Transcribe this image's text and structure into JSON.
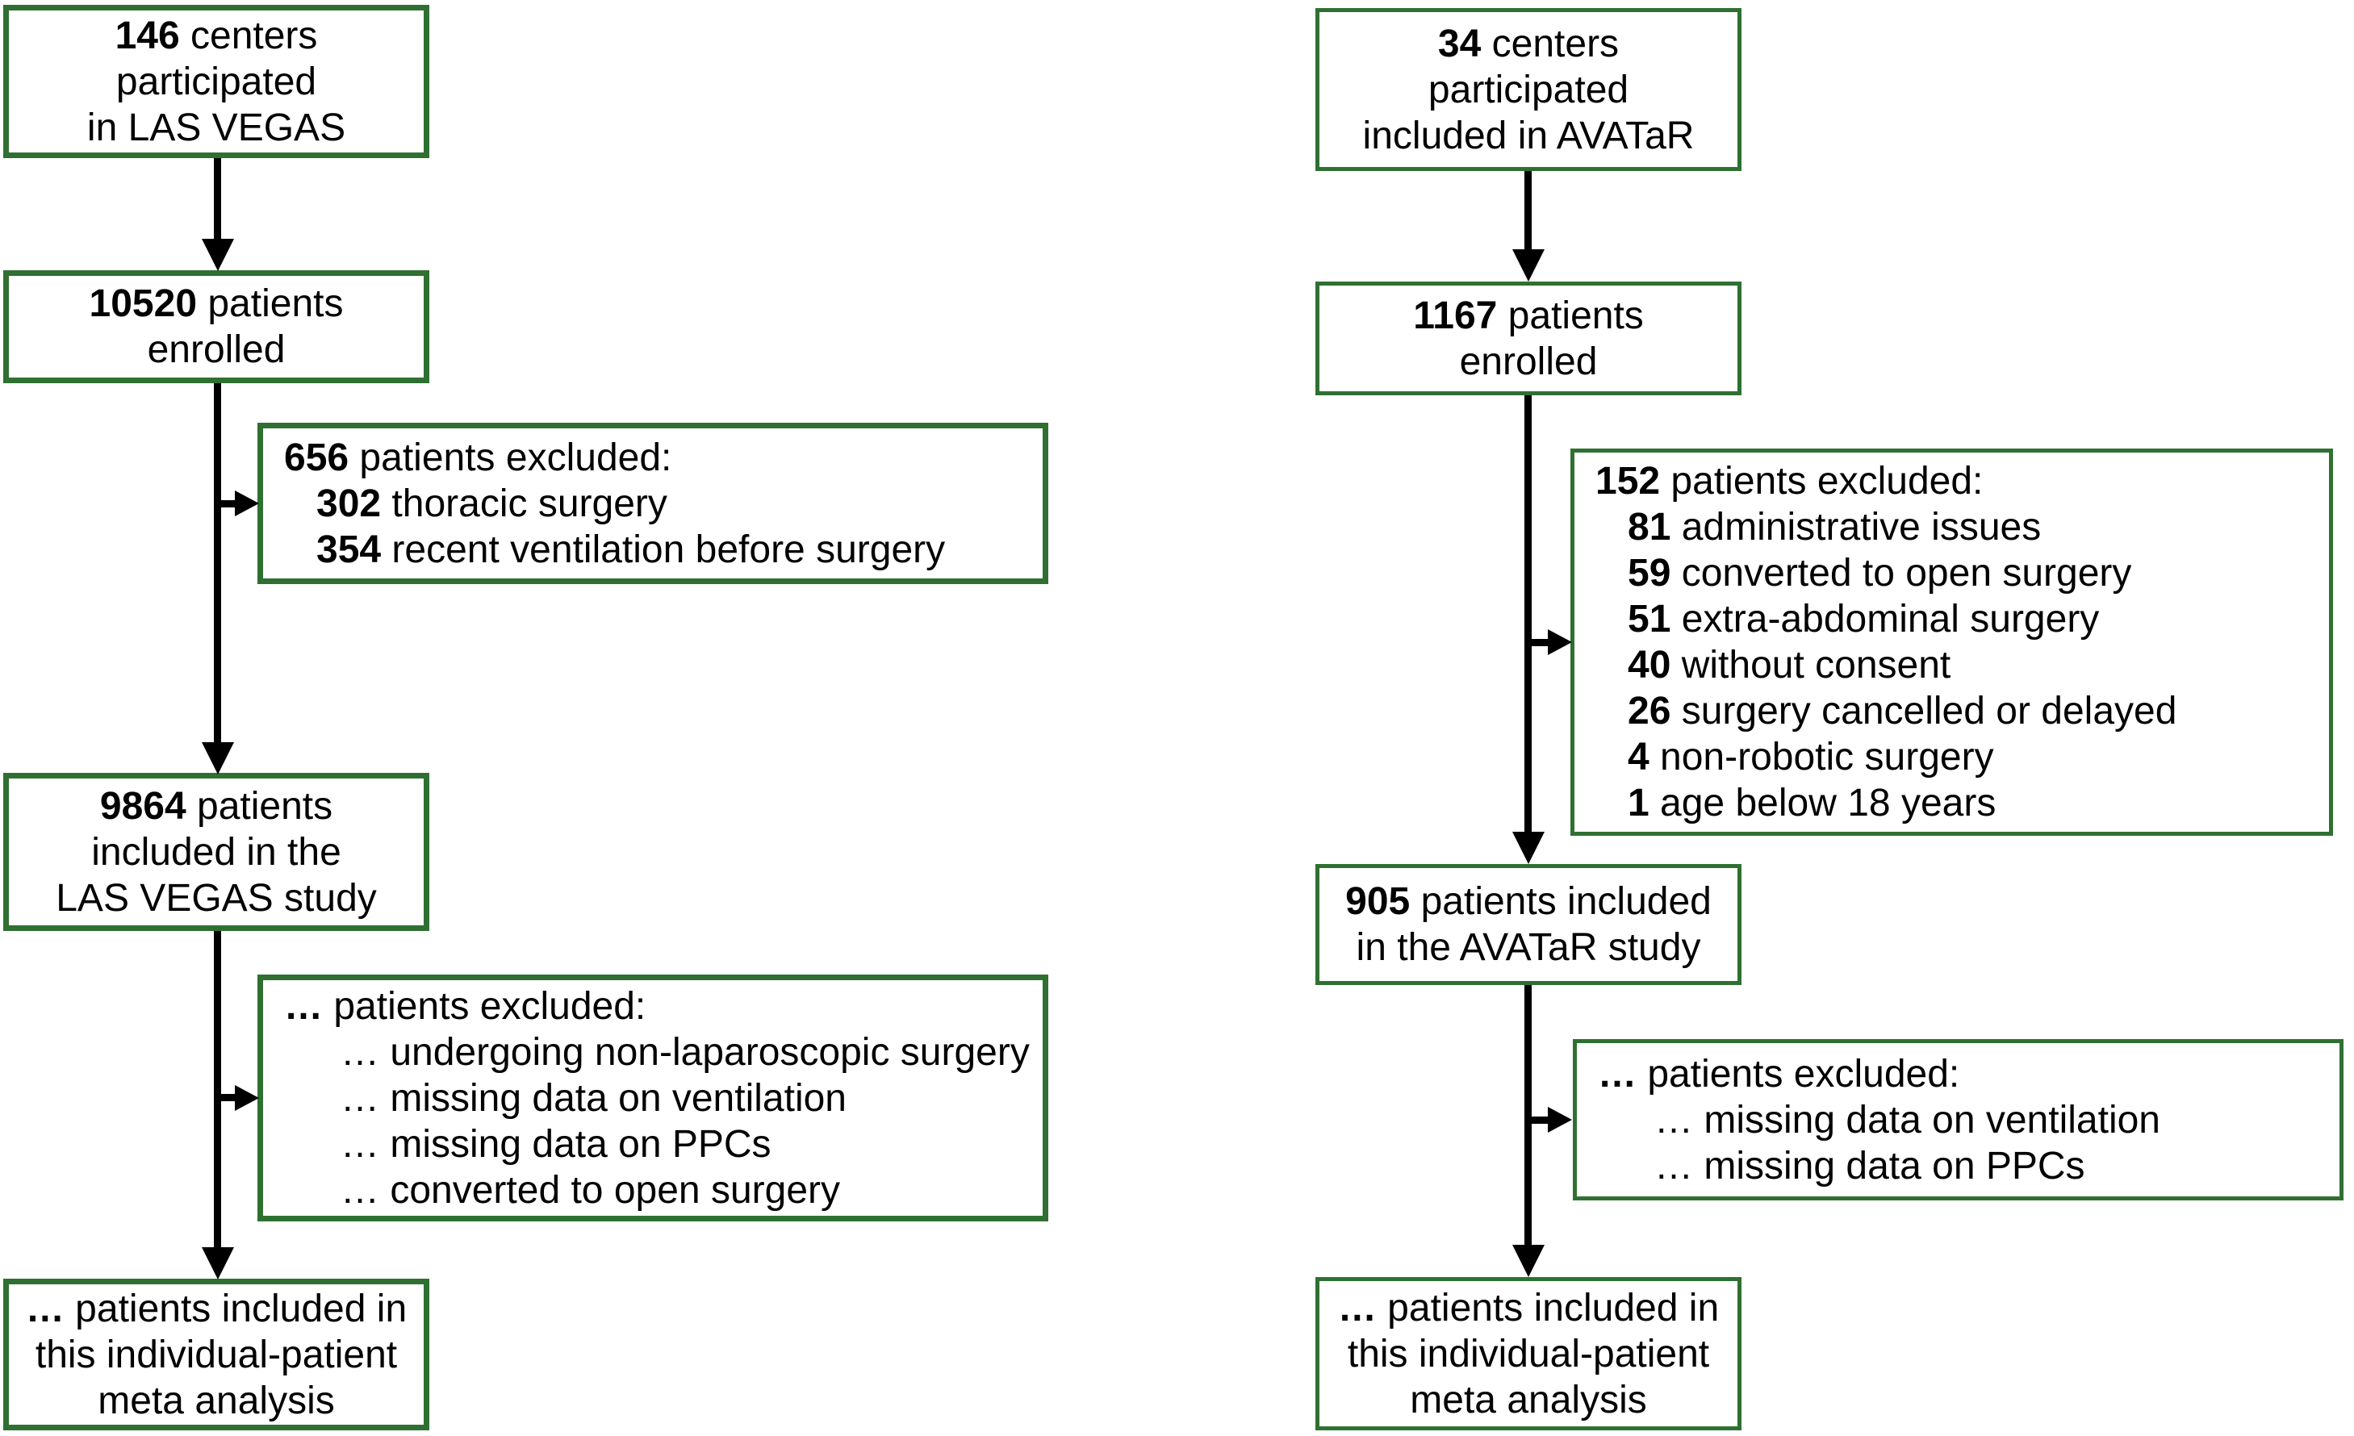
{
  "colors": {
    "box_border": "#2f7032",
    "arrow": "#000000",
    "background": "#ffffff",
    "text": "#000000"
  },
  "left": {
    "study_name": "LAS VEGAS",
    "centers": {
      "lines": [
        {
          "bold": "146",
          "text": " centers"
        },
        {
          "bold": "",
          "text": "participated"
        },
        {
          "bold": "",
          "text": "in LAS VEGAS"
        }
      ]
    },
    "enrolled": {
      "lines": [
        {
          "bold": "10520",
          "text": " patients"
        },
        {
          "bold": "",
          "text": "enrolled"
        }
      ]
    },
    "excluded1": {
      "lines": [
        {
          "bold": "656",
          "text": " patients excluded:"
        },
        {
          "bold": "302",
          "text": " thoracic surgery"
        },
        {
          "bold": "354",
          "text": " recent ventilation before surgery"
        }
      ]
    },
    "included": {
      "lines": [
        {
          "bold": "9864",
          "text": " patients"
        },
        {
          "bold": "",
          "text": "included in the"
        },
        {
          "bold": "",
          "text": "LAS VEGAS study"
        }
      ]
    },
    "excluded2": {
      "lines": [
        {
          "bold": "…",
          "text": " patients excluded:"
        },
        {
          "bold": "",
          "text": "… undergoing non-laparoscopic surgery"
        },
        {
          "bold": "",
          "text": "… missing data on ventilation"
        },
        {
          "bold": "",
          "text": "… missing data on PPCs"
        },
        {
          "bold": "",
          "text": "… converted to open surgery"
        }
      ]
    },
    "meta": {
      "lines": [
        {
          "bold": "…",
          "text": " patients included in"
        },
        {
          "bold": "",
          "text": "this individual-patient"
        },
        {
          "bold": "",
          "text": "meta analysis"
        }
      ]
    }
  },
  "right": {
    "study_name": "AVATaR",
    "centers": {
      "lines": [
        {
          "bold": "34",
          "text": " centers"
        },
        {
          "bold": "",
          "text": "participated"
        },
        {
          "bold": "",
          "text": "included in AVATaR"
        }
      ]
    },
    "enrolled": {
      "lines": [
        {
          "bold": "1167",
          "text": " patients"
        },
        {
          "bold": "",
          "text": "enrolled"
        }
      ]
    },
    "excluded1": {
      "lines": [
        {
          "bold": "152",
          "text": " patients excluded:"
        },
        {
          "bold": "81",
          "text": " administrative issues"
        },
        {
          "bold": "59",
          "text": " converted to open surgery"
        },
        {
          "bold": "51",
          "text": " extra-abdominal surgery"
        },
        {
          "bold": "40",
          "text": " without consent"
        },
        {
          "bold": "26",
          "text": " surgery cancelled or delayed"
        },
        {
          "bold": "4",
          "text": " non-robotic surgery"
        },
        {
          "bold": "1",
          "text": " age below 18 years"
        }
      ]
    },
    "included": {
      "lines": [
        {
          "bold": "905",
          "text": " patients included"
        },
        {
          "bold": "",
          "text": "in the AVATaR study"
        }
      ]
    },
    "excluded2": {
      "lines": [
        {
          "bold": "…",
          "text": " patients excluded:"
        },
        {
          "bold": "",
          "text": "… missing data on ventilation"
        },
        {
          "bold": "",
          "text": "… missing data on PPCs"
        }
      ]
    },
    "meta": {
      "lines": [
        {
          "bold": "…",
          "text": " patients included in"
        },
        {
          "bold": "",
          "text": "this individual-patient"
        },
        {
          "bold": "",
          "text": "meta analysis"
        }
      ]
    }
  }
}
